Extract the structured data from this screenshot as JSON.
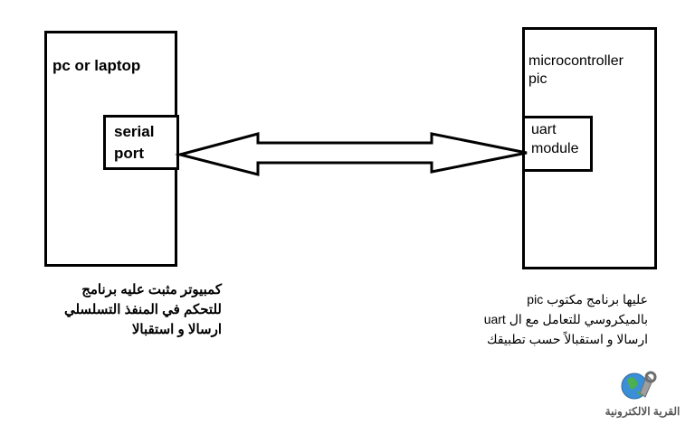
{
  "diagram": {
    "pc_box": {
      "label": "pc or laptop"
    },
    "serial_port": {
      "line1": "serial",
      "line2": "port"
    },
    "mcu_box": {
      "line1": "microcontroller",
      "line2": "pic"
    },
    "uart_module": {
      "line1": "uart",
      "line2": "module"
    },
    "pc_description": [
      "كمبيوتر مثبت عليه برنامج",
      "للتحكم في المنفذ التسلسلي",
      "ارسالا و استقبالا"
    ],
    "mcu_description": [
      "عليها برنامج مكتوب pic",
      "بالميكروسي للتعامل مع ال uart",
      "ارسالا و استقبالاً حسب تطبيقك"
    ],
    "connection": "bidirectional-arrow",
    "colors": {
      "stroke": "#000000",
      "background": "#ffffff",
      "logo_globe": "#3b8fd6",
      "logo_land": "#4caf50",
      "logo_text": "#555555"
    }
  },
  "logo": {
    "icon": "globe-wrench-icon",
    "text": "القرية الالكترونية"
  }
}
